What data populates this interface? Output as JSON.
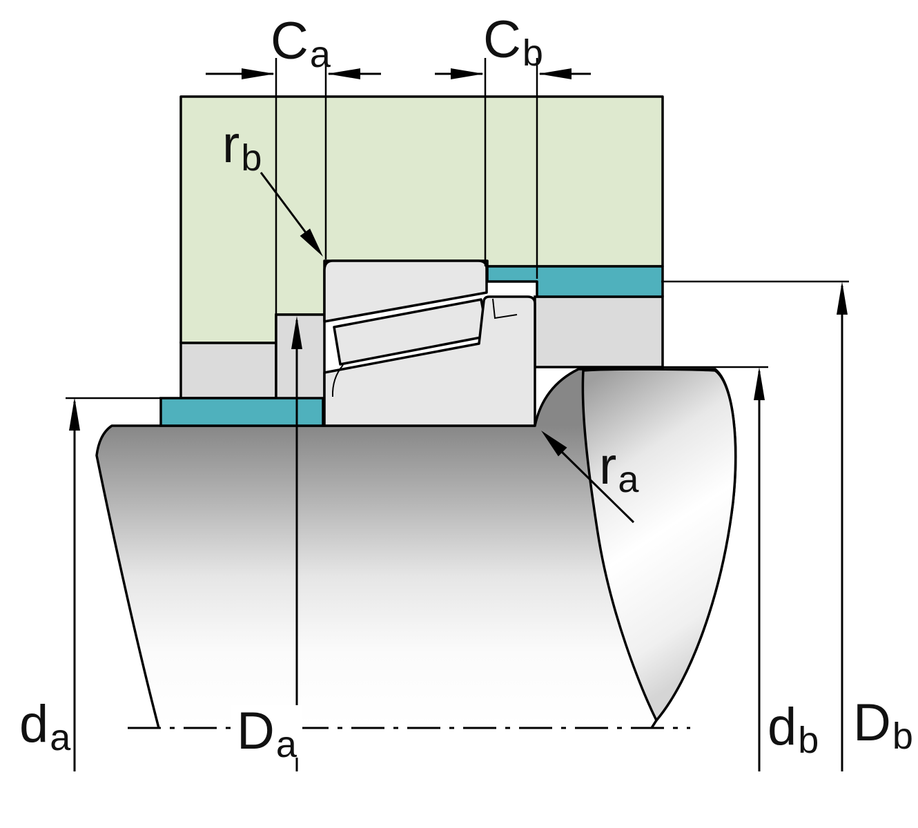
{
  "labels": {
    "ca": {
      "main": "C",
      "sub": "a"
    },
    "cb": {
      "main": "C",
      "sub": "b"
    },
    "rb": {
      "main": "r",
      "sub": "b"
    },
    "ra": {
      "main": "r",
      "sub": "a"
    },
    "da": {
      "main": "d",
      "sub": "a"
    },
    "Da": {
      "main": "D",
      "sub": "a"
    },
    "db": {
      "main": "d",
      "sub": "b"
    },
    "Db": {
      "main": "D",
      "sub": "b"
    }
  },
  "colors": {
    "housing_green": "#dee9cf",
    "spacer_teal": "#4fb1bd",
    "component_grey": "#dbdbdb",
    "bearing_grey": "#e7e7e7",
    "line_black": "#000000"
  }
}
